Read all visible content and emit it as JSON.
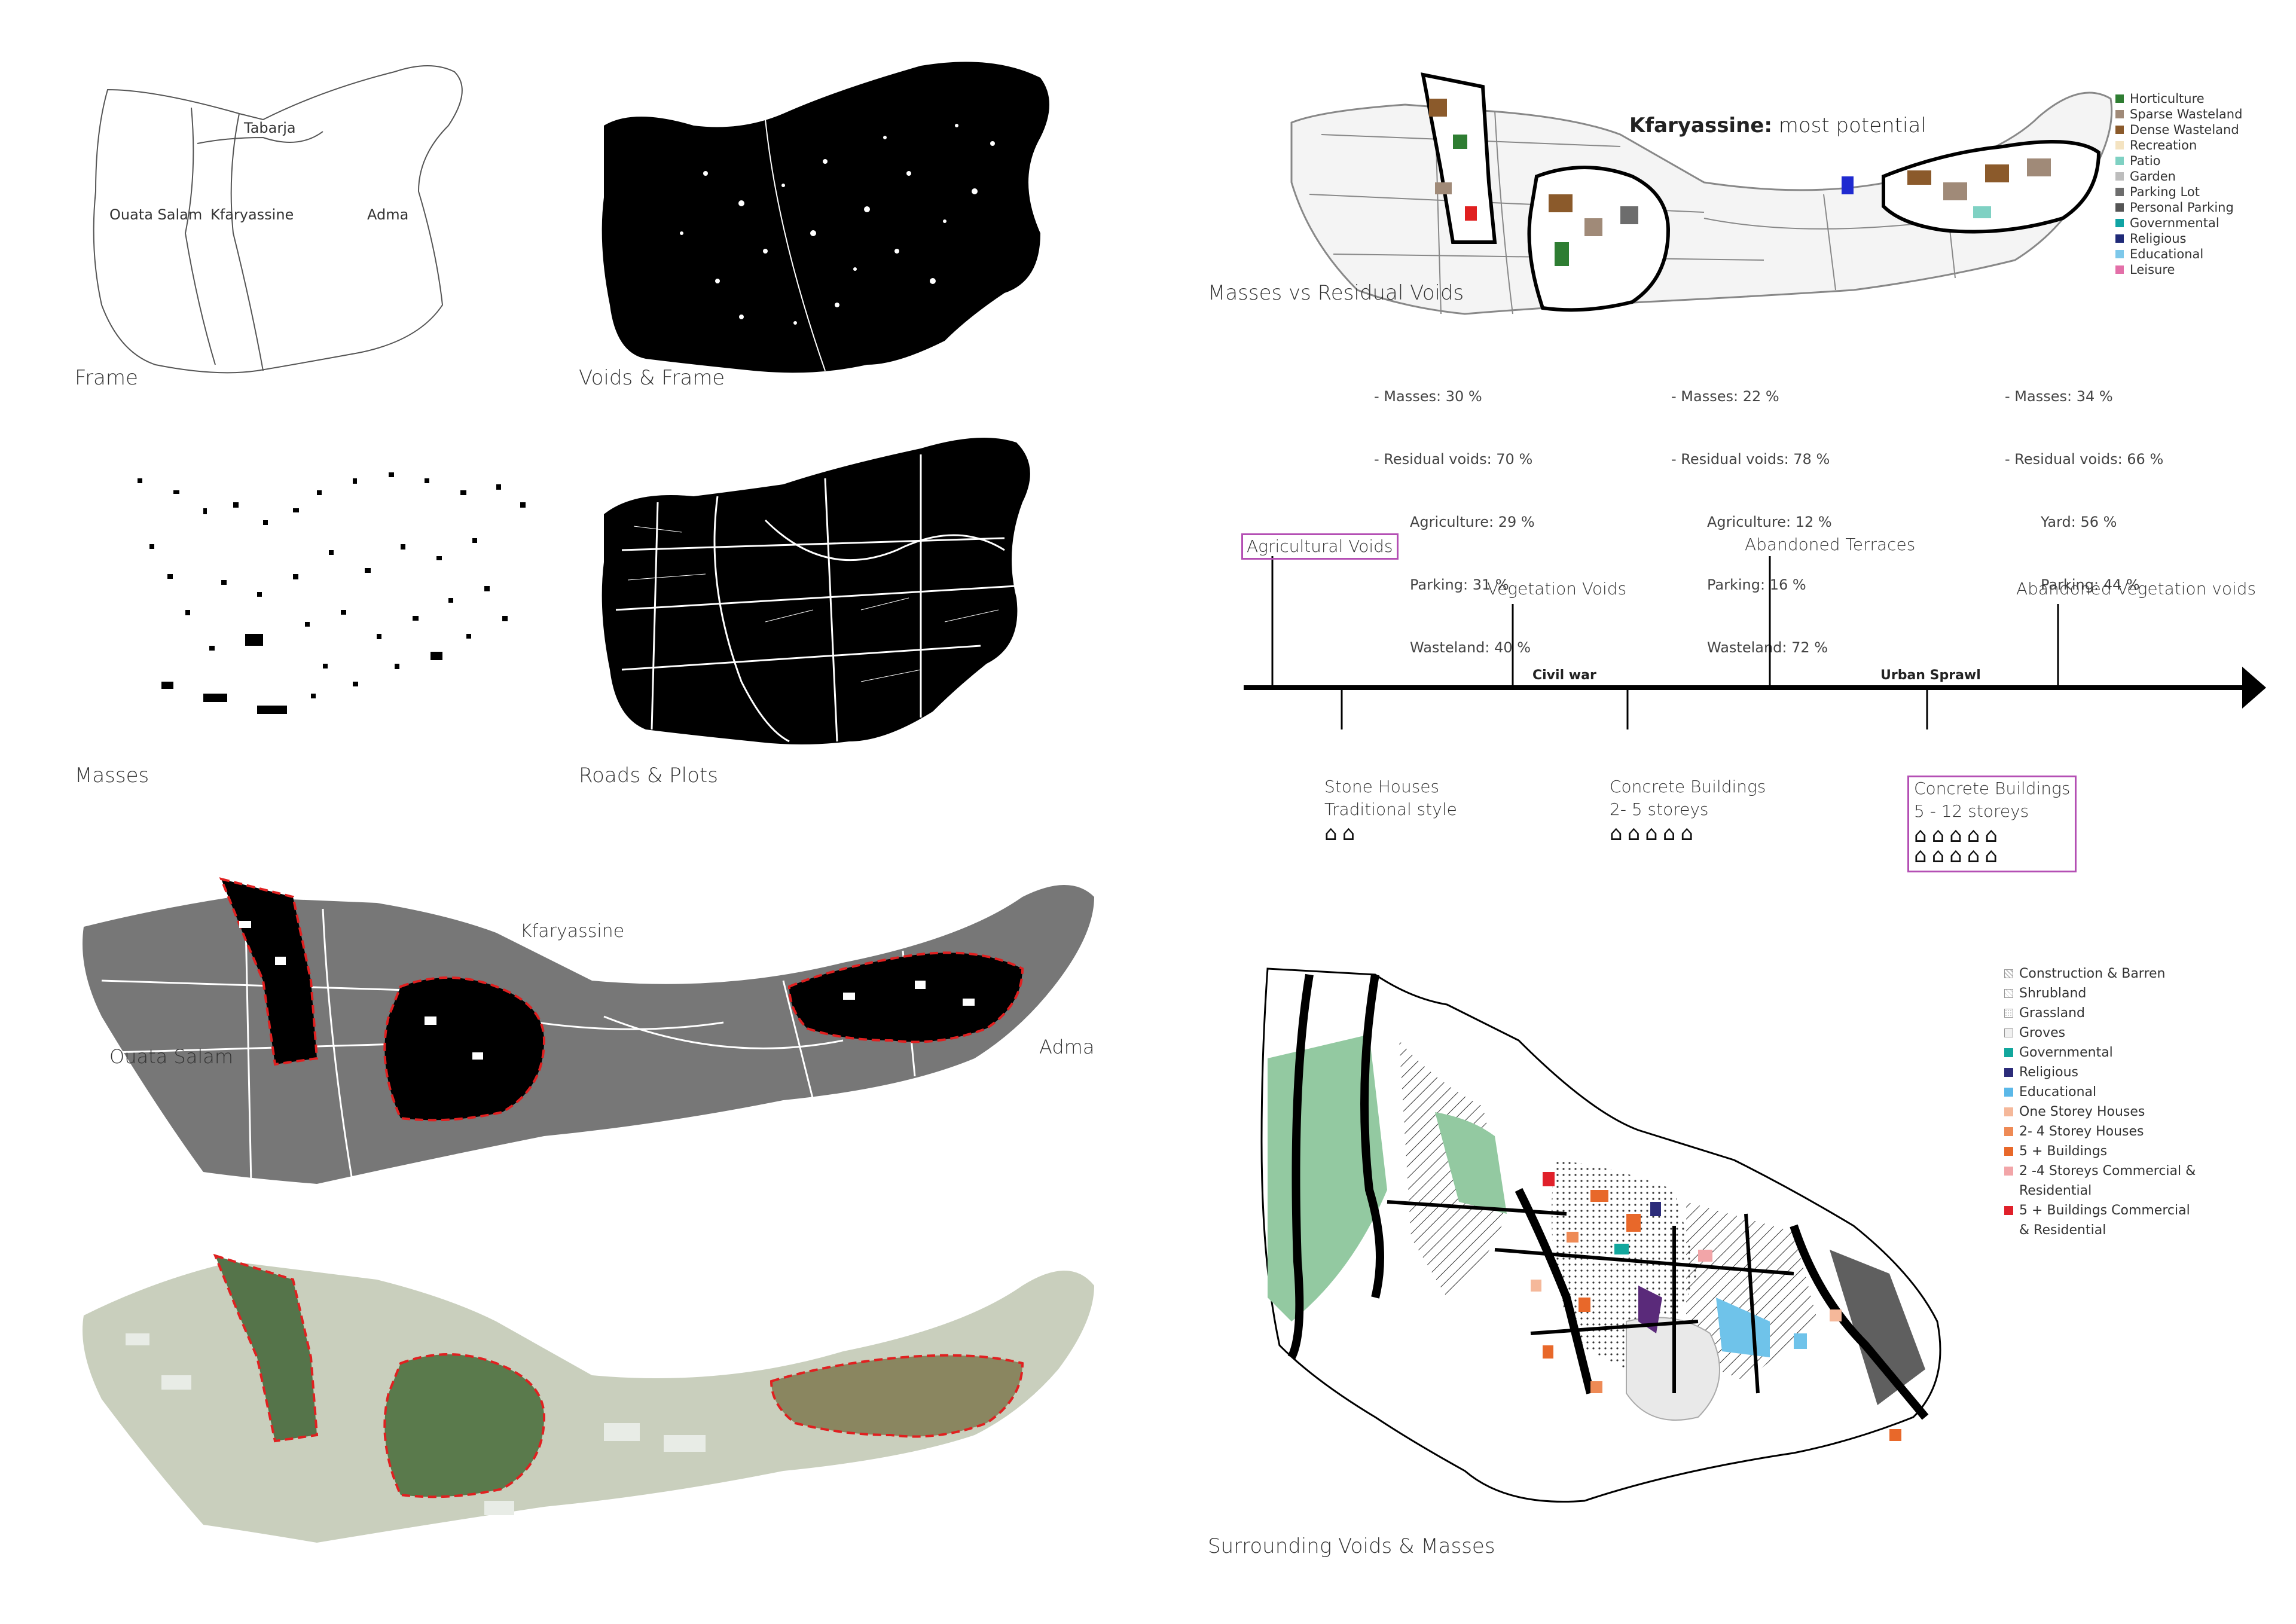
{
  "panels": {
    "frame": {
      "label": "Frame",
      "regions": [
        "Tabarja",
        "Ouata Salam",
        "Kfaryassine",
        "Adma"
      ]
    },
    "voids_frame": {
      "label": "Voids & Frame"
    },
    "masses": {
      "label": "Masses"
    },
    "roads_plots": {
      "label": "Roads & Plots"
    },
    "site_map": {
      "labels": {
        "kfaryassine": "Kfaryassine",
        "ouata_salam": "Ouata Salam",
        "adma": "Adma"
      }
    },
    "masses_voids": {
      "label": "Masses vs Residual Voids",
      "title_bold": "Kfaryassine:",
      "title_rest": " most potential"
    },
    "surrounding": {
      "label": "Surrounding Voids & Masses"
    }
  },
  "top_legend": [
    {
      "label": "Horticulture",
      "color": "#2e7d32"
    },
    {
      "label": "Sparse Wasteland",
      "color": "#a08a78"
    },
    {
      "label": "Dense Wasteland",
      "color": "#8b5a2b"
    },
    {
      "label": "Recreation",
      "color": "#f4e3c1"
    },
    {
      "label": "Patio",
      "color": "#7fd1c3"
    },
    {
      "label": "Garden",
      "color": "#bdbdbd"
    },
    {
      "label": "Parking Lot",
      "color": "#6d6d6d"
    },
    {
      "label": "Personal Parking",
      "color": "#555555"
    },
    {
      "label": "Governmental",
      "color": "#10a4a4"
    },
    {
      "label": "Religious",
      "color": "#1f2a78"
    },
    {
      "label": "Educational",
      "color": "#7dc8ea"
    },
    {
      "label": "Leisure",
      "color": "#e36fa8"
    }
  ],
  "stats": [
    {
      "lines": [
        "- Masses: 30 %",
        "- Residual voids: 70 %"
      ],
      "sub": [
        "Agriculture: 29 %",
        "Parking: 31 %",
        "Wasteland: 40 %"
      ]
    },
    {
      "lines": [
        "- Masses: 22 %",
        "- Residual voids: 78 %"
      ],
      "sub": [
        "Agriculture: 12 %",
        "Parking: 16 %",
        "Wasteland: 72 %"
      ]
    },
    {
      "lines": [
        "- Masses: 34 %",
        "- Residual voids: 66 %"
      ],
      "sub": [
        "Yard: 56 %",
        "Parking: 44 %"
      ]
    }
  ],
  "timeline": {
    "above": [
      "Agricultural Voids",
      "Vegetation Voids",
      "Abandoned Terraces",
      "Abandoned Vegetation voids"
    ],
    "periods": [
      "Civil war",
      "Urban Sprawl"
    ],
    "below": [
      {
        "line1": "Stone Houses",
        "line2": "Traditional style",
        "houses": "⌂⌂"
      },
      {
        "line1": "Concrete Buildings",
        "line2": "2- 5 storeys",
        "houses": "⌂⌂⌂⌂⌂"
      },
      {
        "line1": "Concrete Buildings",
        "line2": "5 - 12 storeys",
        "houses": "⌂⌂⌂⌂⌂",
        "houses2": "⌂⌂⌂⌂⌂"
      }
    ]
  },
  "bottom_legend": [
    {
      "label": "Construction & Barren",
      "color": "#f2f2f2",
      "pattern": "cross"
    },
    {
      "label": "Shrubland",
      "color": "#fafafa",
      "pattern": "hatch"
    },
    {
      "label": "Grassland",
      "color": "#f7f7f7",
      "pattern": "dots"
    },
    {
      "label": "Groves",
      "color": "#f0f0f0",
      "pattern": "none"
    },
    {
      "label": "Governmental",
      "color": "#12a79d",
      "pattern": "none"
    },
    {
      "label": "Religious",
      "color": "#2c2c7a",
      "pattern": "none"
    },
    {
      "label": "Educational",
      "color": "#5bb8e8",
      "pattern": "none"
    },
    {
      "label": "One Storey Houses",
      "color": "#f5b89a",
      "pattern": "none"
    },
    {
      "label": "2- 4 Storey Houses",
      "color": "#ee8a55",
      "pattern": "none"
    },
    {
      "label": "5 + Buildings",
      "color": "#e8682a",
      "pattern": "none"
    },
    {
      "label": "2 -4 Storeys Commercial &",
      "label2": "Residential",
      "color": "#f2a5a8",
      "pattern": "none"
    },
    {
      "label": "5 + Buildings Commercial",
      "label2": "& Residential",
      "color": "#e0202a",
      "pattern": "none"
    }
  ]
}
